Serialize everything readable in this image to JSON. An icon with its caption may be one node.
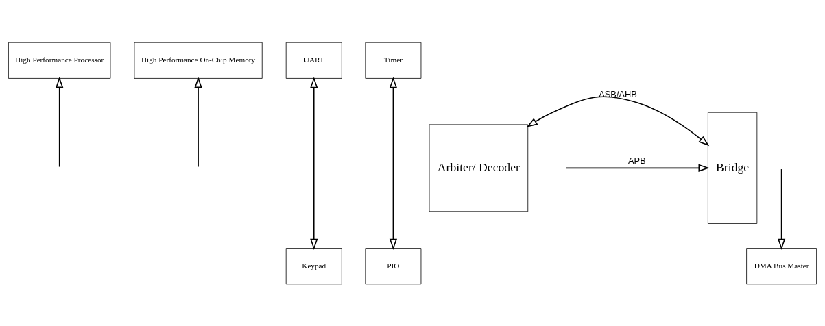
{
  "diagram": {
    "nodes": [
      {
        "text": [
          "High Performance Processor"
        ]
      },
      {
        "text": [
          "High Performance On-Chip Memory"
        ]
      },
      {
        "text": [
          "UART"
        ]
      },
      {
        "text": [
          "Timer"
        ]
      },
      {
        "text": [
          "Arbiter/ Decoder"
        ]
      },
      {
        "text": [
          "Bridge"
        ]
      },
      {
        "text": [
          "DMA Bus Master"
        ]
      },
      {
        "text": [
          "Keypad"
        ]
      },
      {
        "text": [
          "PIO"
        ]
      }
    ],
    "edges": [
      {
        "from": 4,
        "to": 5,
        "arrow": "both",
        "label": "ASB/AHB"
      },
      {
        "from": null,
        "to": 0,
        "arrow": "to"
      },
      {
        "from": null,
        "to": 1,
        "arrow": "to"
      },
      {
        "from": null,
        "to": 6,
        "arrow": "to"
      },
      {
        "from": null,
        "to": 5,
        "arrow": "to",
        "label": "APB"
      },
      {
        "from": 2,
        "to": 7,
        "arrow": "both"
      },
      {
        "from": 3,
        "to": 8,
        "arrow": "both"
      }
    ]
  }
}
